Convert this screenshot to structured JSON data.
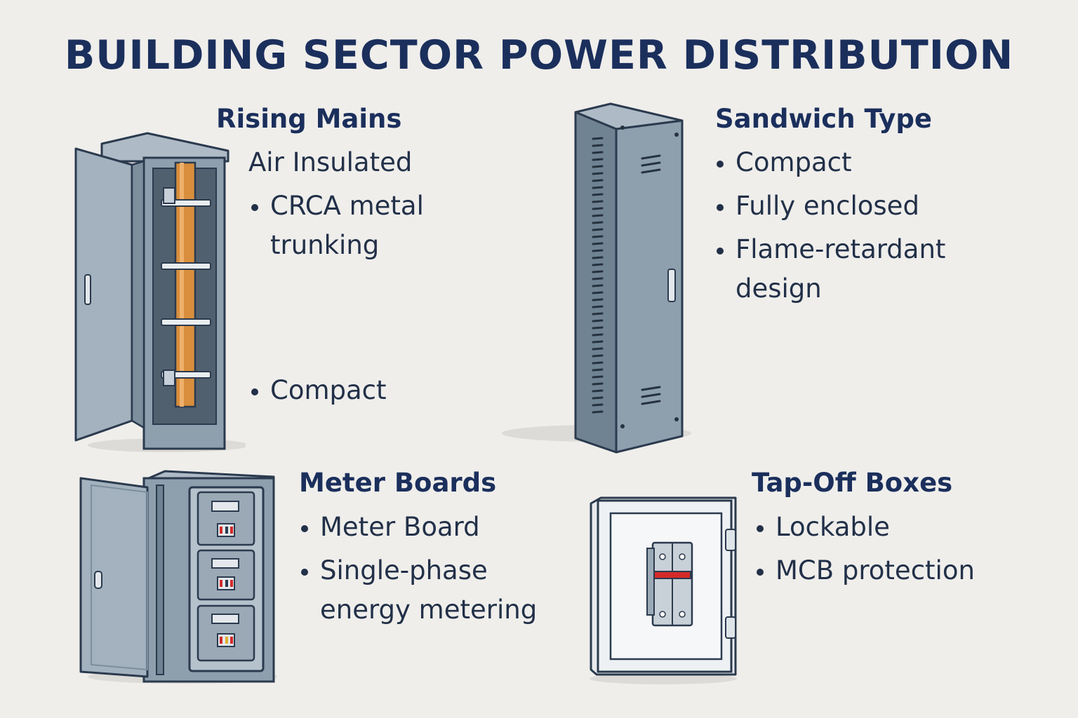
{
  "title": "BUILDING SECTOR POWER DISTRIBUTION",
  "colors": {
    "title": "#1b2f5c",
    "text": "#223048",
    "cabinet_steel": "#8e9fae",
    "cabinet_light": "#aebbc6",
    "cabinet_dark": "#6f8393",
    "outline": "#2b3a4e",
    "busbar_copper": "#d88e3c",
    "breaker_red": "#d42a2a",
    "background": "#efeeeb"
  },
  "sections": {
    "rising_mains": {
      "heading": "Rising Mains",
      "subheading": "Air Insulated",
      "bullets": [
        "CRCA metal trunking",
        "Compact"
      ],
      "icon": "rising-mains-cabinet-icon"
    },
    "sandwich_type": {
      "heading": "Sandwich Type",
      "bullets": [
        "Compact",
        "Fully enclosed",
        "Flame-retardant design"
      ],
      "icon": "sandwich-busway-cabinet-icon"
    },
    "meter_boards": {
      "heading": "Meter Boards",
      "bullets": [
        "Meter Board",
        "Single-phase energy metering"
      ],
      "icon": "meter-board-cabinet-icon"
    },
    "tap_off_boxes": {
      "heading": "Tap-Off Boxes",
      "bullets": [
        "Lockable",
        "MCB protection"
      ],
      "icon": "tap-off-box-icon"
    }
  }
}
